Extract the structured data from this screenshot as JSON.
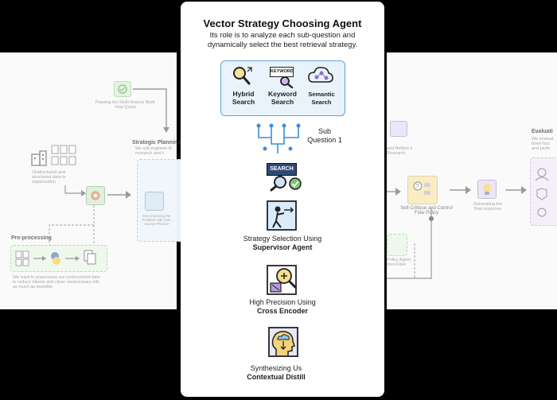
{
  "center": {
    "title": "Vector Strategy Choosing Agent",
    "subtitle": "Its role is to analyze each sub-question and dynamically select the best retrieval strategy.",
    "search_types": [
      {
        "label": "Hybrid Search",
        "icon": "hybrid-search-icon"
      },
      {
        "label": "Keyword Search",
        "icon": "keyword-search-icon",
        "badge": "KEYWORD"
      },
      {
        "label": "Semantic Search",
        "icon": "semantic-search-icon"
      }
    ],
    "sub_question": "Sub Question 1",
    "search_badge": "SEARCH",
    "stages": [
      {
        "line1": "Strategy Selection Using",
        "line2": "Supervisor Agent"
      },
      {
        "line1": "High Precision Using",
        "line2": "Cross Encoder"
      },
      {
        "line1": "Synthesizing Us",
        "line2": "Contextual Distill"
      }
    ]
  },
  "left": {
    "passing_text": "Passing the Multi-Source Multi-Hop Query",
    "unstructured_text": "Unstructured and structured data in organization",
    "strategic_planning": "Strategic Planning",
    "strategic_desc": "We will engineer th research and c",
    "decomposing_text": "Decomposing the Problem with Sub-Source Planner",
    "preprocessing": "Pre-processing",
    "preprocessing_desc": "We want to preprocess our unstructured data to reduce tokens and clean unnecessary info as much as possible."
  },
  "right": {
    "reflect_text": "and Reflect e Research",
    "self_critique": "Self-Critique and Control Flow Policy",
    "generating": "Generating the final response",
    "evaluation": "Evaluati",
    "evaluation_desc": "We evaluat three fact and perfo",
    "policy_agent": "Policy Agent ntrol Flow"
  },
  "colors": {
    "accent_blue": "#5aa3e8",
    "panel_bg": "#f7f7f7",
    "green_icon": "#cfe9c9",
    "yellow_icon": "#f6e3a1",
    "purple_icon": "#e3d8f5"
  }
}
